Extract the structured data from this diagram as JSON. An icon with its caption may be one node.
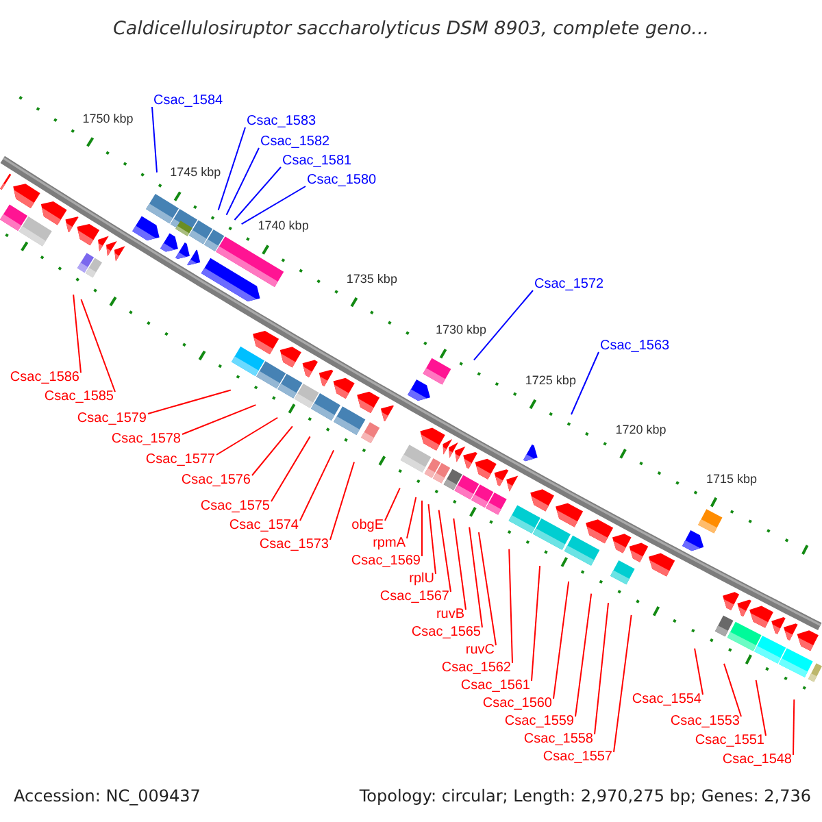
{
  "diagram": {
    "title": "Caldicellulosiruptor saccharolyticus DSM 8903, complete geno...",
    "nodes": [
      {
        "text": [
          "Csac_1584"
        ]
      },
      {
        "text": [
          "Csac_1583"
        ]
      },
      {
        "text": [
          "Csac_1582"
        ]
      },
      {
        "text": [
          "Csac_1581"
        ]
      },
      {
        "text": [
          "Csac_1580"
        ]
      },
      {
        "text": [
          "Csac_1572"
        ]
      },
      {
        "text": [
          "Csac_1563"
        ]
      },
      {
        "text": [
          "Csac_1586"
        ]
      },
      {
        "text": [
          "Csac_1585"
        ]
      },
      {
        "text": [
          "Csac_1579"
        ]
      },
      {
        "text": [
          "Csac_1578"
        ]
      },
      {
        "text": [
          "Csac_1577"
        ]
      },
      {
        "text": [
          "Csac_1576"
        ]
      },
      {
        "text": [
          "Csac_1575"
        ]
      },
      {
        "text": [
          "Csac_1573"
        ]
      },
      {
        "text": [
          "obgE"
        ]
      },
      {
        "text": [
          "Csac_1574"
        ]
      },
      {
        "text": [
          "Csac_1569"
        ]
      },
      {
        "text": [
          "ruvB"
        ]
      },
      {
        "text": [
          "Csac_1567"
        ]
      },
      {
        "text": [
          "Csac_1562"
        ]
      },
      {
        "text": [
          "rplU"
        ]
      },
      {
        "text": [
          "ruvC"
        ]
      },
      {
        "text": [
          "Csac_1565"
        ]
      },
      {
        "text": [
          "Csac_1560"
        ]
      },
      {
        "text": [
          "rpmA"
        ]
      },
      {
        "text": [
          "Csac_1561"
        ]
      },
      {
        "text": [
          "Csac_1557"
        ]
      },
      {
        "text": [
          "Csac_1558"
        ]
      },
      {
        "text": [
          "Csac_1554"
        ]
      },
      {
        "text": [
          "Csac_1559"
        ]
      },
      {
        "text": [
          "Csac_1553"
        ]
      },
      {
        "text": [
          "Csac_1551"
        ]
      },
      {
        "text": [
          "Csac_1548"
        ]
      }
    ],
    "edges": [
      {
        "from": 0,
        "to": null,
        "arrow": "none",
        "color": "#0000ff"
      },
      {
        "from": 1,
        "to": null,
        "arrow": "none",
        "color": "#0000ff"
      },
      {
        "from": 2,
        "to": null,
        "arrow": "none",
        "color": "#0000ff"
      },
      {
        "from": 3,
        "to": null,
        "arrow": "none",
        "color": "#0000ff"
      },
      {
        "from": 4,
        "to": null,
        "arrow": "none",
        "color": "#0000ff"
      },
      {
        "from": 5,
        "to": null,
        "arrow": "none",
        "color": "#0000ff"
      },
      {
        "from": 6,
        "to": null,
        "arrow": "none",
        "color": "#0000ff"
      },
      {
        "from": 7,
        "to": null,
        "arrow": "none"
      },
      {
        "from": 8,
        "to": null,
        "arrow": "none"
      },
      {
        "from": 9,
        "to": null,
        "arrow": "none"
      },
      {
        "from": 10,
        "to": null,
        "arrow": "none"
      },
      {
        "from": 11,
        "to": null,
        "arrow": "none"
      },
      {
        "from": 12,
        "to": null,
        "arrow": "none"
      },
      {
        "from": 13,
        "to": null,
        "arrow": "none"
      },
      {
        "from": 14,
        "to": null,
        "arrow": "none"
      },
      {
        "from": 15,
        "to": null,
        "arrow": "none"
      },
      {
        "from": 16,
        "to": null,
        "arrow": "none"
      },
      {
        "from": 17,
        "to": null,
        "arrow": "none"
      },
      {
        "from": 18,
        "to": null,
        "arrow": "none"
      },
      {
        "from": 19,
        "to": null,
        "arrow": "none"
      },
      {
        "from": 20,
        "to": null,
        "arrow": "none"
      },
      {
        "from": 21,
        "to": null,
        "arrow": "none"
      },
      {
        "from": 22,
        "to": null,
        "arrow": "none"
      },
      {
        "from": 23,
        "to": null,
        "arrow": "none"
      },
      {
        "from": 24,
        "to": null,
        "arrow": "none"
      },
      {
        "from": 25,
        "to": null,
        "arrow": "none"
      },
      {
        "from": 26,
        "to": null,
        "arrow": "none"
      },
      {
        "from": 27,
        "to": null,
        "arrow": "none"
      },
      {
        "from": 28,
        "to": null,
        "arrow": "none"
      },
      {
        "from": 29,
        "to": null,
        "arrow": "none"
      },
      {
        "from": 30,
        "to": null,
        "arrow": "none"
      },
      {
        "from": 31,
        "to": null,
        "arrow": "none"
      },
      {
        "from": 32,
        "to": null,
        "arrow": "none"
      },
      {
        "from": 33,
        "to": null,
        "arrow": "none"
      }
    ],
    "labels": [
      "1750 kbp",
      "1745 kbp",
      "1740 kbp",
      "1735 kbp",
      "1730 kbp",
      "1725 kbp",
      "1720 kbp",
      "1715 kbp",
      "Accession: NC_009437",
      "Topology: circular; Length: 2,970,275 bp; Genes: 2,736"
    ]
  }
}
